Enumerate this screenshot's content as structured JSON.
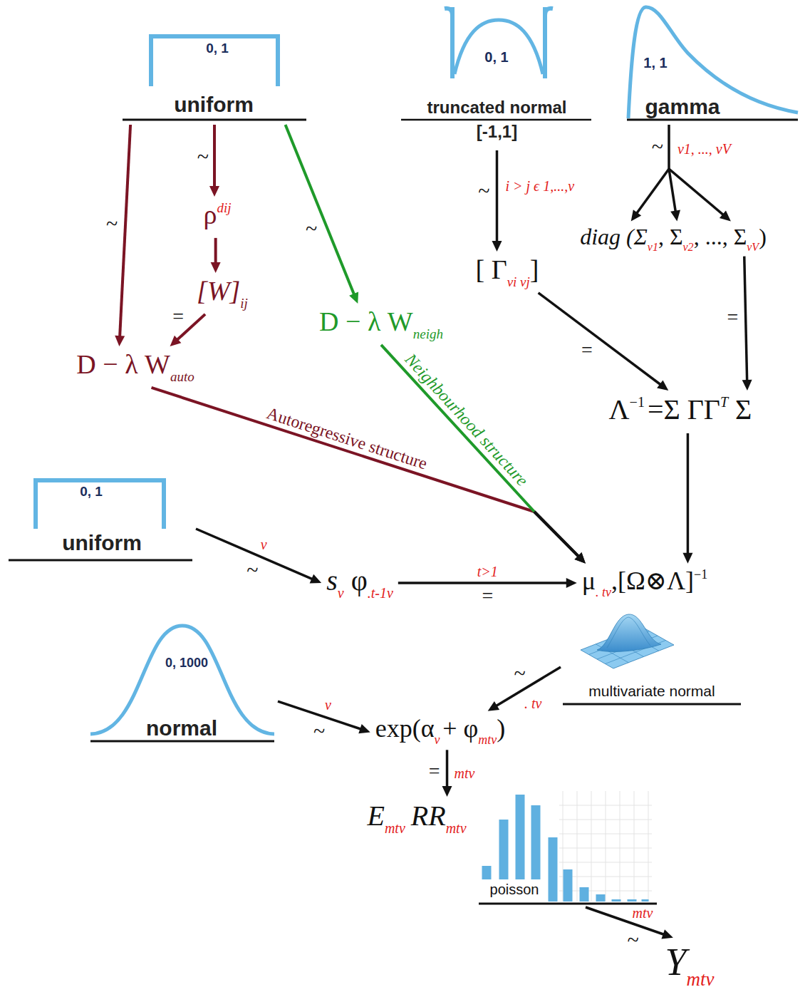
{
  "diagram": {
    "nodes": [
      {
        "text": [
          "0, 1",
          "uniform"
        ]
      },
      {
        "text": [
          "0, 1",
          "truncated normal [-1,1]"
        ]
      },
      {
        "text": [
          "1, 1",
          "gamma"
        ]
      },
      {
        "text": [
          "ρ",
          "dij"
        ]
      },
      {
        "text": [
          "[W]",
          "ij"
        ]
      },
      {
        "text": [
          "D − λ W",
          "auto"
        ]
      },
      {
        "text": [
          "D − λ W",
          "neigh"
        ]
      },
      {
        "text": [
          "[ Γ",
          "vi vj",
          "]"
        ]
      },
      {
        "text": [
          "diag (Σ",
          "v1",
          ", Σ",
          "v2",
          ", ..., Σ",
          "vV",
          ")"
        ]
      },
      {
        "text": [
          "Λ",
          "−1",
          "=Σ ΓΓ",
          "T",
          "Σ"
        ]
      },
      {
        "text": [
          "0, 1",
          "uniform"
        ]
      },
      {
        "text": [
          "s",
          "v",
          "φ",
          ".t-1v"
        ]
      },
      {
        "text": [
          "μ",
          ". tv",
          ",[Ω⊗Λ]",
          "−1"
        ]
      },
      {
        "text": [
          "multivariate normal"
        ]
      },
      {
        "text": [
          "0, 1000",
          "normal"
        ]
      },
      {
        "text": [
          "exp(α",
          "v",
          "+ φ",
          "mtv",
          ")"
        ]
      },
      {
        "text": [
          "E",
          "mtv",
          "RR",
          "mtv"
        ]
      },
      {
        "text": [
          "poisson"
        ]
      },
      {
        "text": [
          "Y",
          "mtv"
        ]
      }
    ],
    "edges": [
      {
        "from": 0,
        "to": 5,
        "label": "~",
        "arrow": "to"
      },
      {
        "from": 0,
        "to": 3,
        "label": "~",
        "arrow": "to"
      },
      {
        "from": 0,
        "to": 6,
        "label": "~",
        "arrow": "to"
      },
      {
        "from": 3,
        "to": 4,
        "arrow": "to"
      },
      {
        "from": 4,
        "to": 5,
        "label": "=",
        "arrow": "to"
      },
      {
        "from": 1,
        "to": 7,
        "label": "~",
        "arrow": "to"
      },
      {
        "from": 2,
        "to": 8,
        "label": "~",
        "arrow": "to"
      },
      {
        "from": 7,
        "to": 9,
        "label": "=",
        "arrow": "to"
      },
      {
        "from": 8,
        "to": 9,
        "label": "=",
        "arrow": "to"
      },
      {
        "from": 5,
        "to": 12,
        "label": "Autoregressive structure",
        "arrow": "to"
      },
      {
        "from": 6,
        "to": 12,
        "label": "Neighbourhood structure",
        "arrow": "to"
      },
      {
        "from": 9,
        "to": 12,
        "arrow": "to"
      },
      {
        "from": 10,
        "to": 11,
        "label": "~",
        "arrow": "to"
      },
      {
        "from": 11,
        "to": 12,
        "label": "=",
        "arrow": "to"
      },
      {
        "from": 13,
        "to": 15,
        "label": "~",
        "arrow": "to"
      },
      {
        "from": 14,
        "to": 15,
        "label": "~",
        "arrow": "to"
      },
      {
        "from": 15,
        "to": 16,
        "label": "=",
        "arrow": "to"
      },
      {
        "from": 17,
        "to": 18,
        "label": "~",
        "arrow": "to"
      }
    ],
    "labels": [
      "i > j ϵ 1,...,v",
      "v1, ..., vV",
      "v",
      "t>1",
      ". tv",
      "v",
      "mtv",
      "mtv"
    ]
  }
}
